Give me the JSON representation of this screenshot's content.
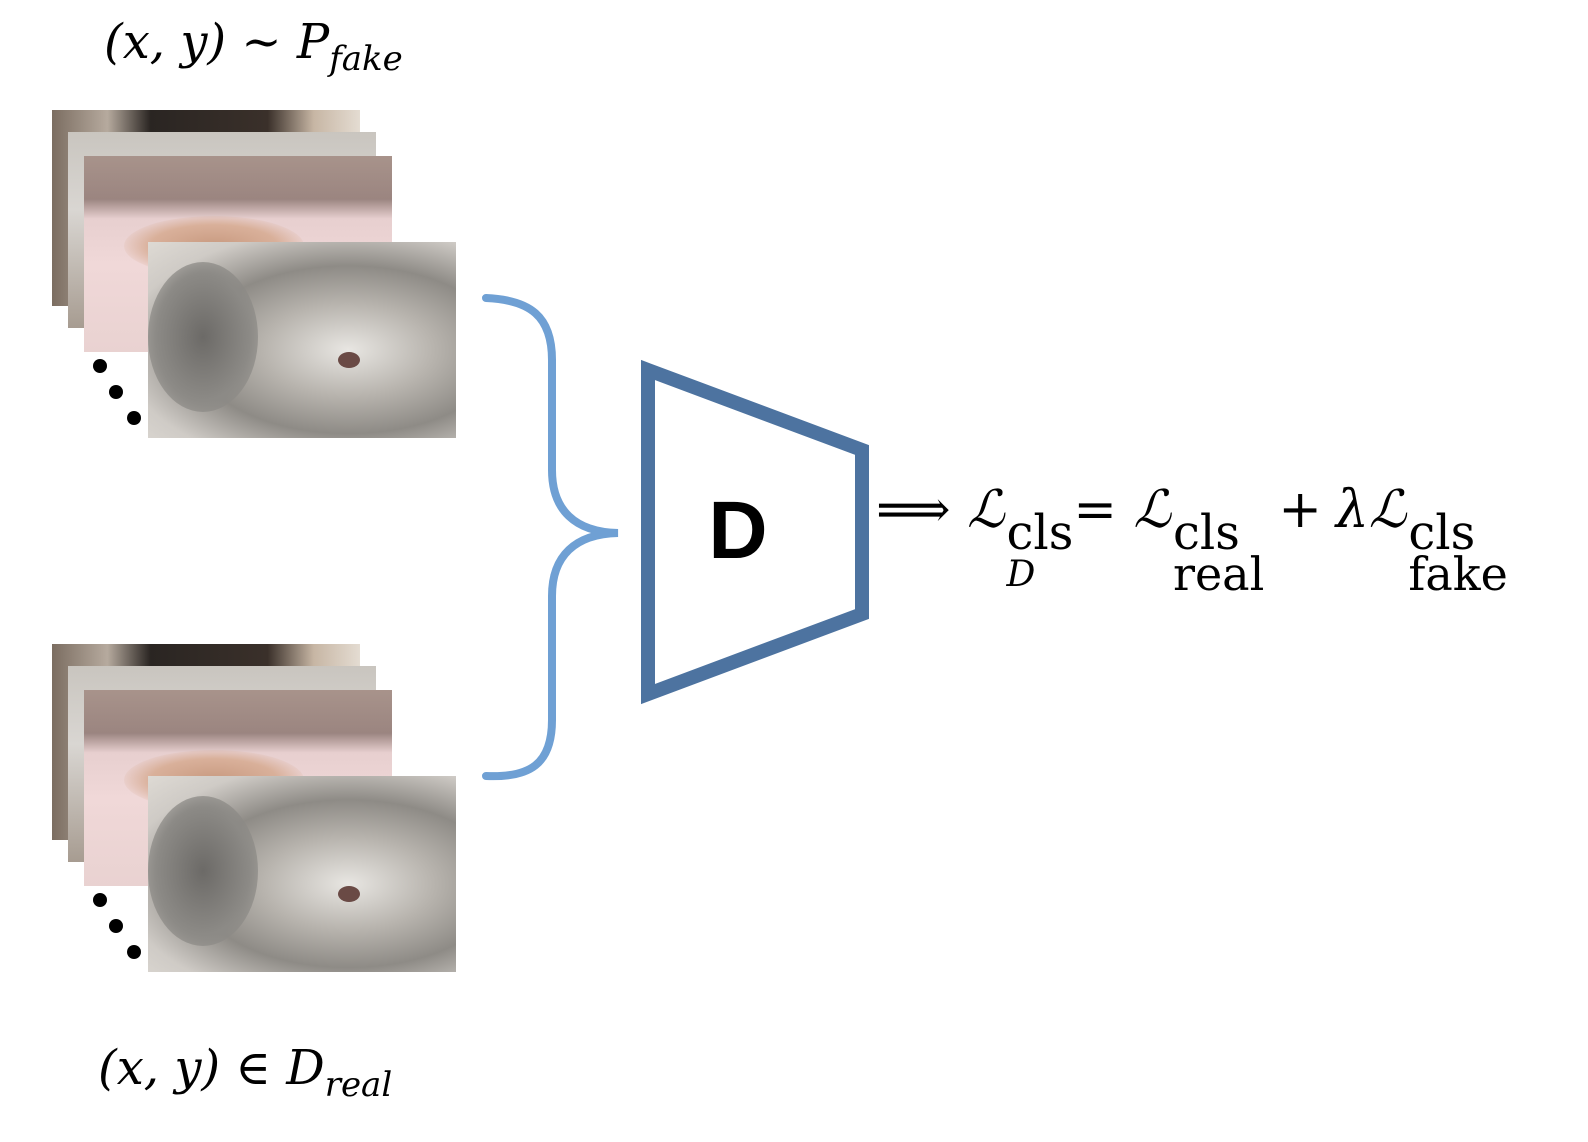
{
  "labels": {
    "fake_prefix": "(x, y) ~ P",
    "fake_sub": "fake",
    "real_prefix": "(x, y) ∈ D",
    "real_sub": "real"
  },
  "discriminator": {
    "label": "D"
  },
  "equation": {
    "arrow": "⟹",
    "lhs_symbol": "ℒ",
    "lhs_sup": "cls",
    "lhs_sub": "D",
    "equals": "=",
    "term1_symbol": "ℒ",
    "term1_sup": "cls",
    "term1_sub": "real",
    "plus": "+",
    "lambda": "λ",
    "term2_symbol": "ℒ",
    "term2_sup": "cls",
    "term2_sub": "fake"
  },
  "colors": {
    "brace": "#6fa0d4",
    "trapezoid": "#4d73a0"
  }
}
